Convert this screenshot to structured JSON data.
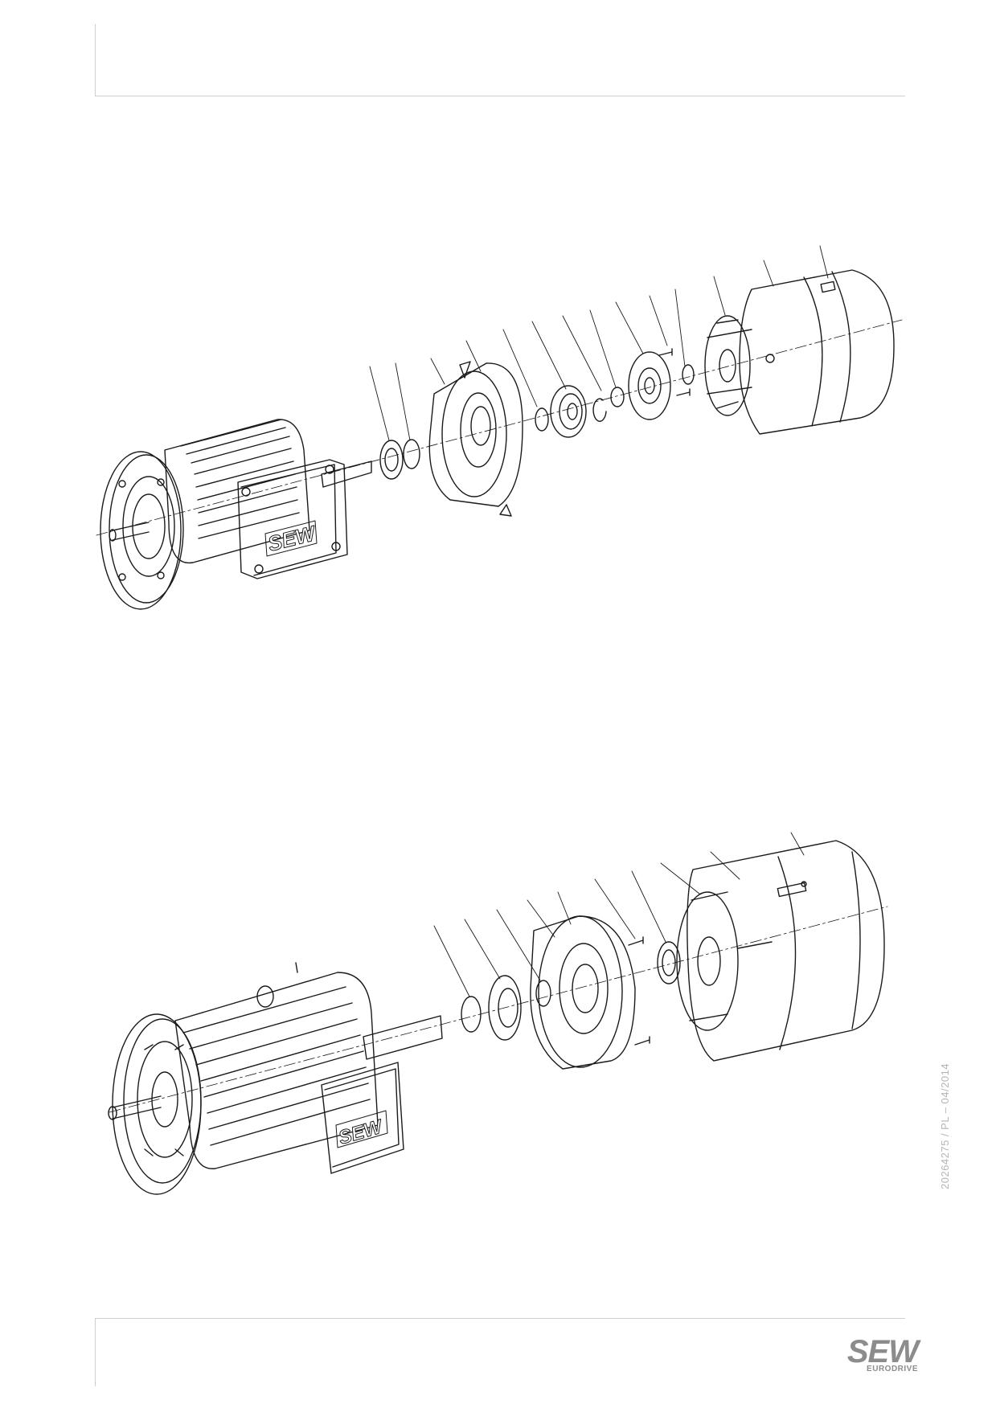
{
  "document": {
    "reference_code": "20264275 / PL – 04/2014"
  },
  "logo": {
    "brand": "SEW",
    "sub": "EURODRIVE"
  },
  "drawing_top": {
    "badge_text": "SEW"
  },
  "drawing_bottom": {
    "badge_text": "SEW"
  },
  "colors": {
    "line": "#1a1a1a",
    "rule": "#cfcfcf",
    "logo": "#8c8c8c"
  }
}
